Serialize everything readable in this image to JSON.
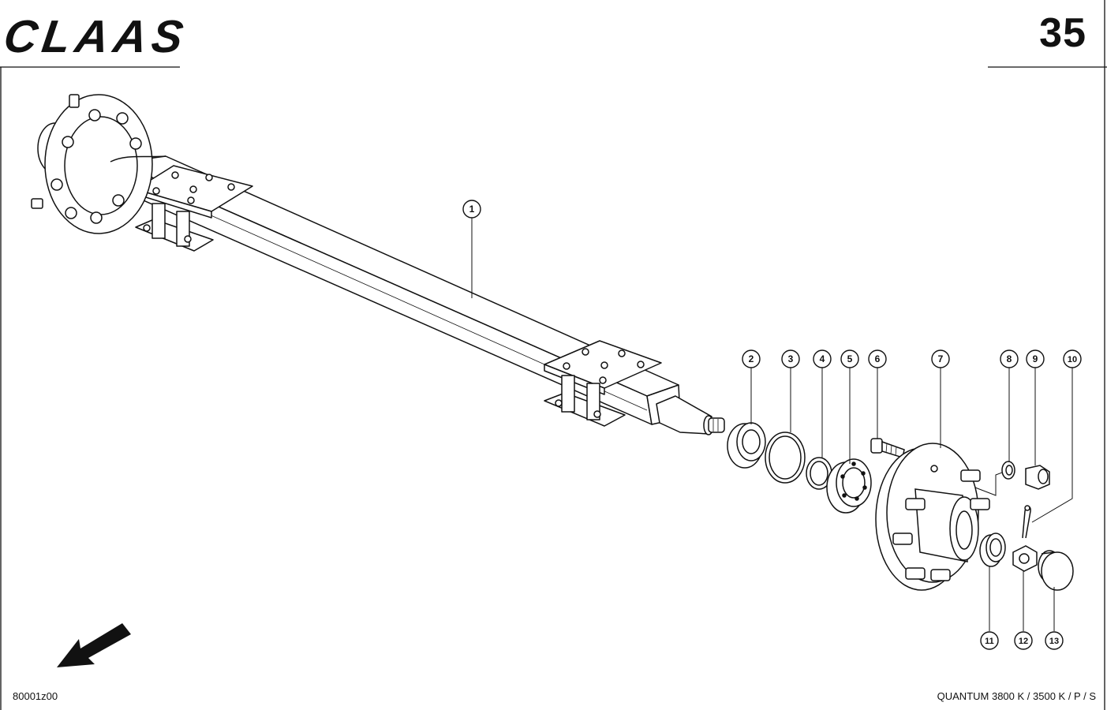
{
  "header": {
    "brand": "CLAAS",
    "page_number": "35"
  },
  "footer": {
    "drawing_code": "80001z00",
    "model": "QUANTUM 3800 K / 3500 K / P / S"
  },
  "callouts": [
    "1",
    "2",
    "3",
    "4",
    "5",
    "6",
    "7",
    "8",
    "9",
    "10",
    "11",
    "12",
    "13"
  ],
  "icons": {
    "direction": "direction-arrow-icon"
  }
}
